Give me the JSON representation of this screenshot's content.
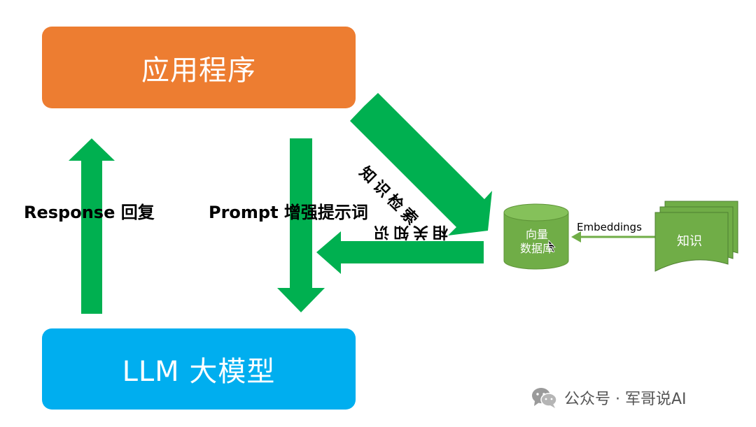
{
  "nodes": {
    "app": "应用程序",
    "llm": "LLM 大模型",
    "vector_db": {
      "line1": "向量",
      "line2": "数据库"
    },
    "knowledge": "知识"
  },
  "edges": {
    "response": "Response 回复",
    "prompt": "Prompt 增强提示词",
    "retrieve": "知识检索",
    "related": "相关知识",
    "embeddings": "Embeddings"
  },
  "watermark": {
    "text": "公众号 · 军哥说AI",
    "icon": "wechat-icon"
  },
  "colors": {
    "app_box": "#ED7D31",
    "llm_box": "#00AEEF",
    "arrow_green": "#00B050",
    "db_green": "#70AD47",
    "text": "#000000"
  }
}
